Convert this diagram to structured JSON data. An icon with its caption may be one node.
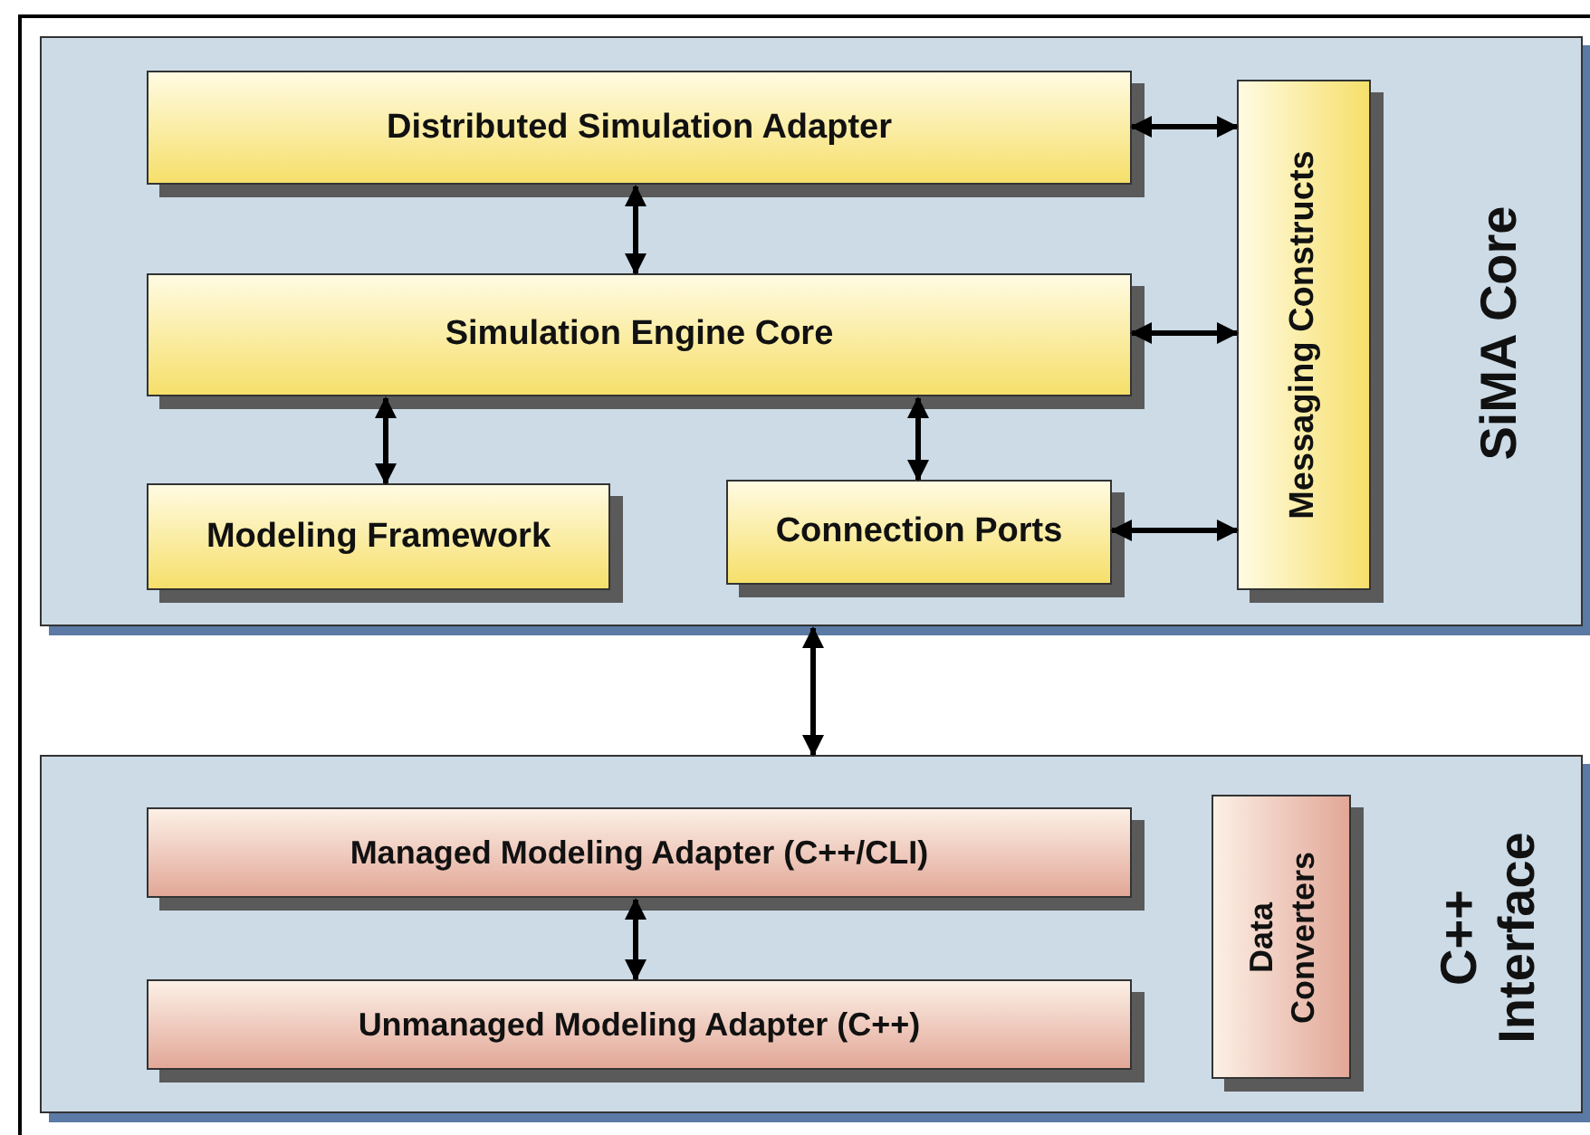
{
  "diagram": {
    "nodes": [
      {
        "text": [
          "SiMA Core"
        ]
      },
      {
        "text": [
          "Distributed Simulation Adapter"
        ],
        "in": 0
      },
      {
        "text": [
          "Messaging Constructs"
        ],
        "in": 0
      },
      {
        "text": [
          "Simulation Engine Core"
        ],
        "in": 0
      },
      {
        "text": [
          "Modeling Framework"
        ],
        "in": 0
      },
      {
        "text": [
          "Connection Ports"
        ],
        "in": 0
      },
      {
        "text": [
          "C++ Interface"
        ]
      },
      {
        "text": [
          "Managed Modeling Adapter (C++/CLI)"
        ],
        "in": 6
      },
      {
        "text": [
          "Data Converters"
        ],
        "in": 6
      },
      {
        "text": [
          "Unmanaged Modeling Adapter (C++)"
        ],
        "in": 6
      }
    ],
    "edges": [
      {
        "from": 1,
        "to": 2,
        "arrow": "both"
      },
      {
        "from": 1,
        "to": 3,
        "arrow": "both"
      },
      {
        "from": 3,
        "to": 2,
        "arrow": "both"
      },
      {
        "from": 3,
        "to": 4,
        "arrow": "both"
      },
      {
        "from": 3,
        "to": 5,
        "arrow": "both"
      },
      {
        "from": 5,
        "to": 2,
        "arrow": "both"
      },
      {
        "from": 0,
        "to": 6,
        "arrow": "both"
      },
      {
        "from": 7,
        "to": 9,
        "arrow": "both"
      }
    ]
  }
}
